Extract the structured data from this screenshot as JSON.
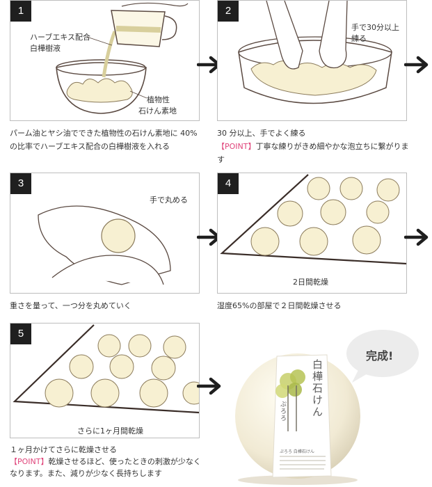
{
  "steps": [
    {
      "num": "1",
      "notes": [
        "ハーブエキス配合",
        "白樺樹液",
        "植物性",
        "石けん素地"
      ],
      "caption": "パーム油とヤシ油でできた植物性の石けん素地に 40%の比率でハーブエキス配合の白樺樹液を入れる"
    },
    {
      "num": "2",
      "notes": [
        "手で30分以上",
        "練る"
      ],
      "caption": "30 分以上、手でよく練る",
      "point_tag": "【POINT】",
      "point_text": "丁寧な練りがきめ細やかな泡立ちに繋がります"
    },
    {
      "num": "3",
      "notes": [
        "手で丸める"
      ],
      "caption": "重さを量って、一つ分を丸めていく"
    },
    {
      "num": "4",
      "notes": [
        "2日間乾燥"
      ],
      "caption": "湿度65%の部屋で２日間乾燥させる"
    },
    {
      "num": "5",
      "notes": [
        "さらに1ヶ月間乾燥"
      ],
      "caption": "１ヶ月かけてさらに乾燥させる",
      "point_tag": "【POINT】",
      "point_text": "乾燥させるほど、使ったときの刺激が少なくなります。また、減りが少なく長持ちします"
    }
  ],
  "finish": {
    "bubble": "完成!",
    "label_title": "白樺石けん",
    "label_small": "ぷろろ",
    "label_footer": "ぷろろ 白樺石けん"
  },
  "icons": {
    "arrow": "right-arrow-icon"
  },
  "colors": {
    "point": "#e0457b",
    "soap": "#f7f0d2",
    "badge": "#1f1f1f"
  }
}
